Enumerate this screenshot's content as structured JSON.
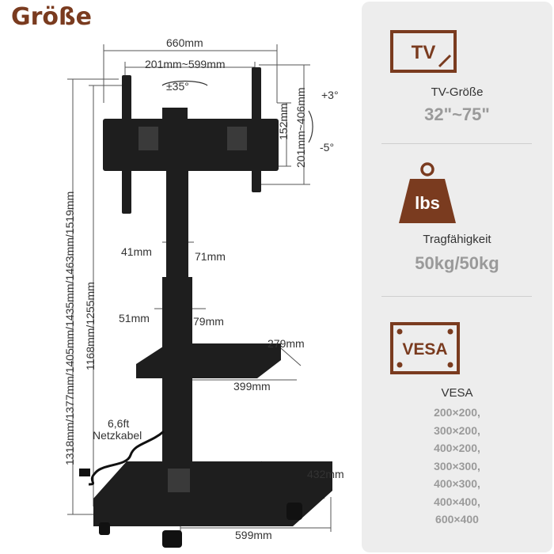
{
  "title": "Größe",
  "dimensions": {
    "mount_width": "660mm",
    "vesa_horizontal": "201mm~599mm",
    "rotation": "±35°",
    "vesa_vertical_small": "152mm",
    "vesa_vertical": "201mm~406mm",
    "tilt_up": "+3°",
    "tilt_down": "-5°",
    "total_height": "1318mm/1377mm/1405mm/1435mm/1463mm/1519mm",
    "column_height": "1168mm/1255mm",
    "upper_col_depth": "41mm",
    "upper_col_width": "71mm",
    "lower_col_depth": "51mm",
    "lower_col_width": "79mm",
    "shelf_depth": "279mm",
    "shelf_width": "399mm",
    "cable_length": "6,6ft",
    "cable_label": "Netzkabel",
    "base_depth": "432mm",
    "base_width": "599mm"
  },
  "panel": {
    "tv_icon_text": "TV",
    "tv_label": "TV-Größe",
    "tv_value": "32\"~75\"",
    "weight_icon_text": "lbs",
    "weight_label": "Tragfähigkeit",
    "weight_value": "50kg/50kg",
    "vesa_icon_text": "VESA",
    "vesa_label": "VESA",
    "vesa_values": [
      "200×200,",
      "300×200,",
      "400×200,",
      "300×300,",
      "400×300,",
      "400×400,",
      "600×400"
    ]
  },
  "colors": {
    "title": "#7a3b1f",
    "icon": "#7a3b1f",
    "panel_bg": "#ededed",
    "stand": "#1e1e1e"
  }
}
